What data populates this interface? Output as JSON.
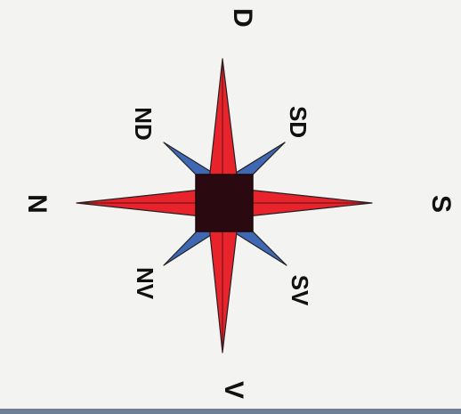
{
  "compass": {
    "labels": {
      "north": "D",
      "south": "V",
      "west": "N",
      "east": "S",
      "northwest": "ND",
      "northeast": "SD",
      "southwest": "NV",
      "southeast": "SV"
    },
    "colors": {
      "primary_points": "#e8232b",
      "secondary_points": "#3f67b3",
      "center": "#2a0a10",
      "outline": "#222222",
      "background": "#f3f3f1"
    }
  }
}
